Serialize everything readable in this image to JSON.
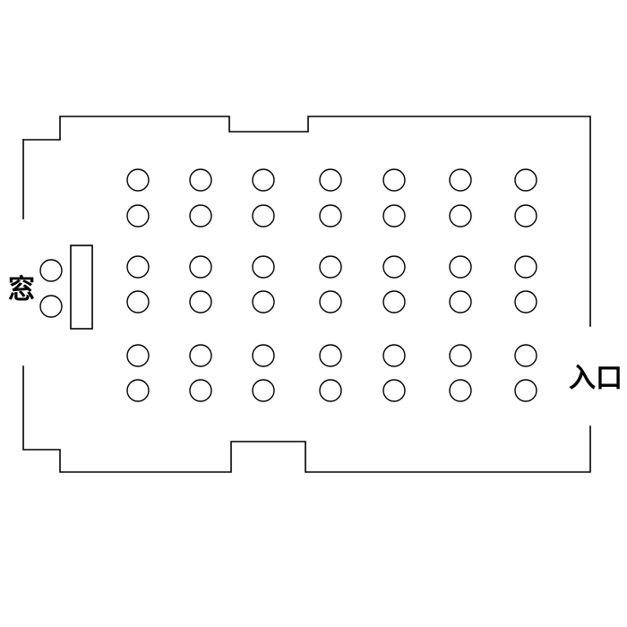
{
  "labels": {
    "window": "窓",
    "entrance": "入口"
  },
  "layout": {
    "seat_columns": 7,
    "seat_rows": 6,
    "window_side_seats": 2,
    "front_tables": 1
  },
  "colors": {
    "line": "#000000",
    "background": "#ffffff"
  }
}
